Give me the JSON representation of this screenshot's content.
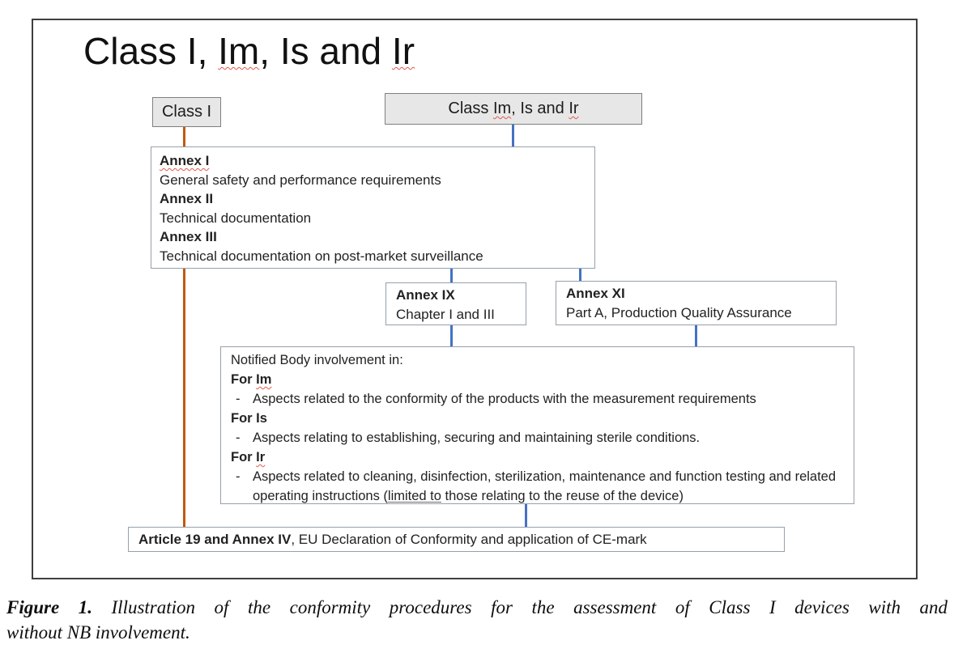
{
  "title": {
    "p1": "Class I, ",
    "im": "Im",
    "p2": ", Is and ",
    "ir": "Ir"
  },
  "top_boxes": {
    "class_i": "Class I",
    "class_im": {
      "p1": "Class ",
      "im": "Im",
      "p2": ", Is and ",
      "ir": "Ir"
    }
  },
  "annex_box": {
    "items": [
      {
        "heading": "Annex I",
        "desc": "General safety and performance requirements"
      },
      {
        "heading": "Annex II",
        "desc": "Technical documentation"
      },
      {
        "heading": "Annex III",
        "desc": "Technical documentation on post-market surveillance"
      }
    ]
  },
  "annex_ix": {
    "title": "Annex IX",
    "desc": "Chapter I and III"
  },
  "annex_xi": {
    "title": "Annex XI",
    "desc": "Part A, Production Quality Assurance"
  },
  "notified_box": {
    "intro": "Notified Body involvement in:",
    "dash": "-",
    "for_im": {
      "p1": "For ",
      "cls": "Im"
    },
    "im_bullet": "Aspects related to the conformity of the products with the measurement requirements",
    "for_is": "For Is",
    "is_bullet": "Aspects relating to establishing, securing and maintaining sterile conditions.",
    "for_ir": {
      "p1": "For ",
      "cls": "Ir"
    },
    "ir_bullet_p1": "Aspects related to cleaning, disinfection, sterilization, maintenance and function testing and related operating instructions (",
    "ir_bullet_ul": "limited to",
    "ir_bullet_p2": " those relating to the reuse of the device)"
  },
  "article_box": {
    "bold": "Article 19 and Annex IV",
    "rest": ", EU Declaration of Conformity and application of CE-mark"
  },
  "caption": {
    "bold": "Figure 1.",
    "line1": "Illustration of the conformity procedures for the assessment of Class I devices with and",
    "line2": "without NB involvement."
  },
  "colors": {
    "orange_connector": "#C05A11",
    "blue_connector": "#4472C4",
    "gray_box_fill": "#E7E7E7",
    "gray_box_border": "#7F7F7F",
    "white_box_border": "#96A0AD",
    "frame_border": "#3F3F3F",
    "squiggle_red": "#E3584D"
  }
}
